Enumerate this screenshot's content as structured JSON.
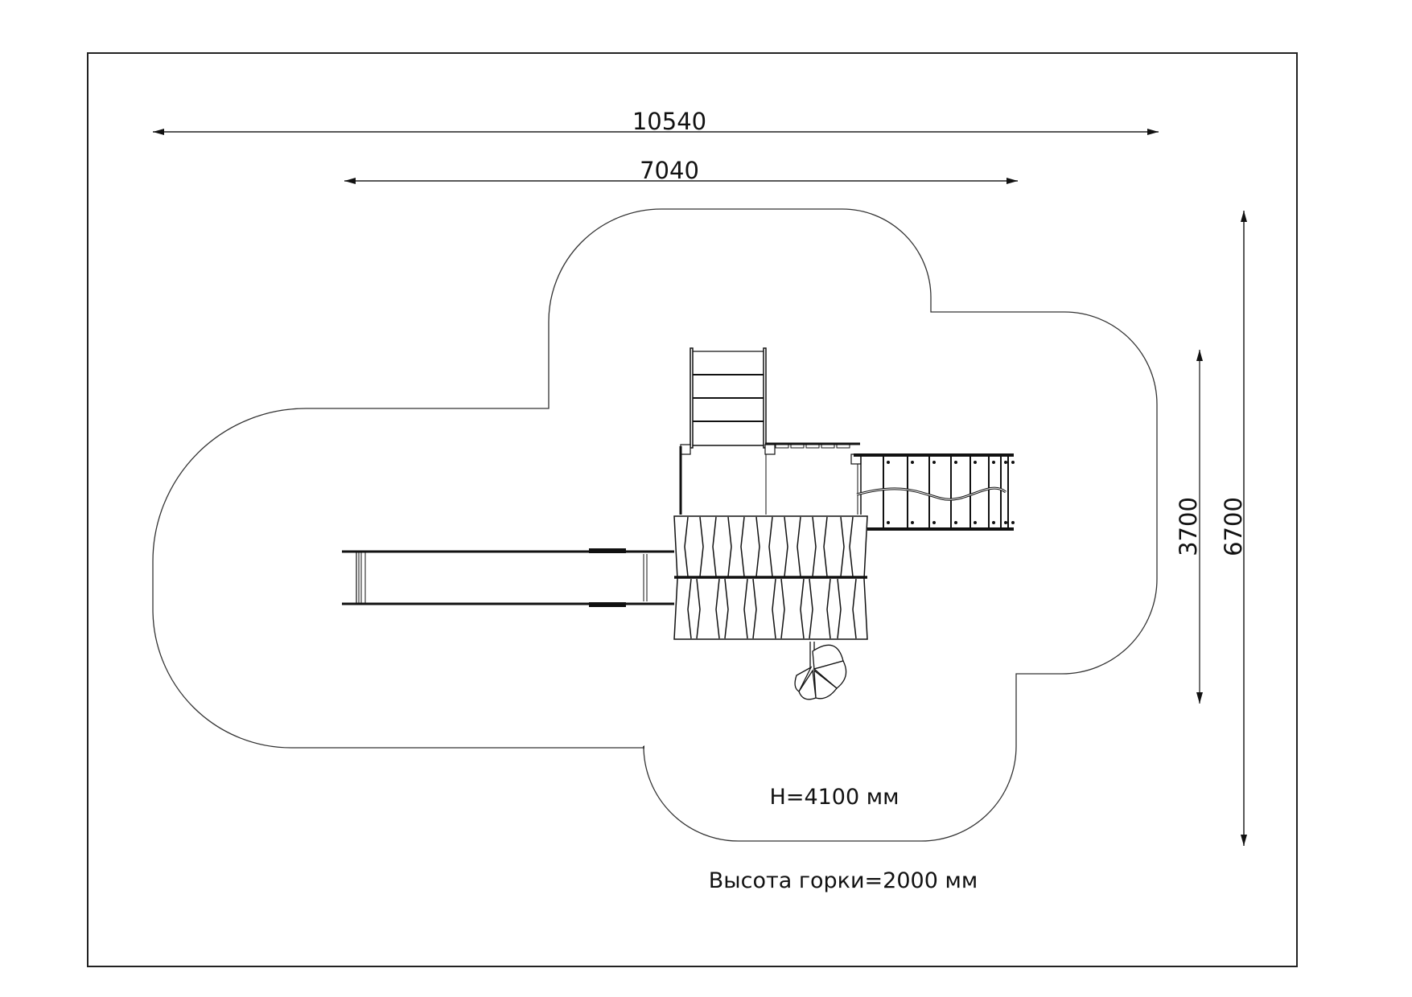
{
  "drawing": {
    "type": "playground site plan (top view)",
    "line_color": "#111111",
    "background": "#ffffff"
  },
  "dimensions": {
    "overall_width": {
      "value": "10540",
      "unit": "mm",
      "orientation": "horizontal"
    },
    "equipment_width": {
      "value": "7040",
      "unit": "mm",
      "orientation": "horizontal"
    },
    "equipment_depth": {
      "value": "3700",
      "unit": "mm",
      "orientation": "vertical"
    },
    "overall_depth": {
      "value": "6700",
      "unit": "mm",
      "orientation": "vertical"
    }
  },
  "labels": {
    "height": "H=4100 мм",
    "slide_height": "Высота горки=2000 мм"
  },
  "components": {
    "ladder": {
      "rungs": 4
    },
    "slide": {
      "direction": "left"
    },
    "net_bridge": {
      "slats": 9
    },
    "climbing_wall": {
      "rows": 2
    },
    "spiral_element": {
      "petals": 5
    }
  }
}
